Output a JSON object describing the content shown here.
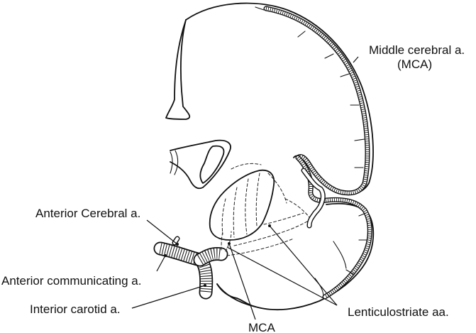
{
  "labels": {
    "mca_full_line1": "Middle cerebral a.",
    "mca_full_line2": "(MCA)",
    "anterior_cerebral": "Anterior Cerebral a.",
    "anterior_communicating": "Anterior communicating a.",
    "interior_carotid": "Interior carotid a.",
    "mca_short": "MCA",
    "lenticulostriate": "Lenticulostriate aa."
  }
}
